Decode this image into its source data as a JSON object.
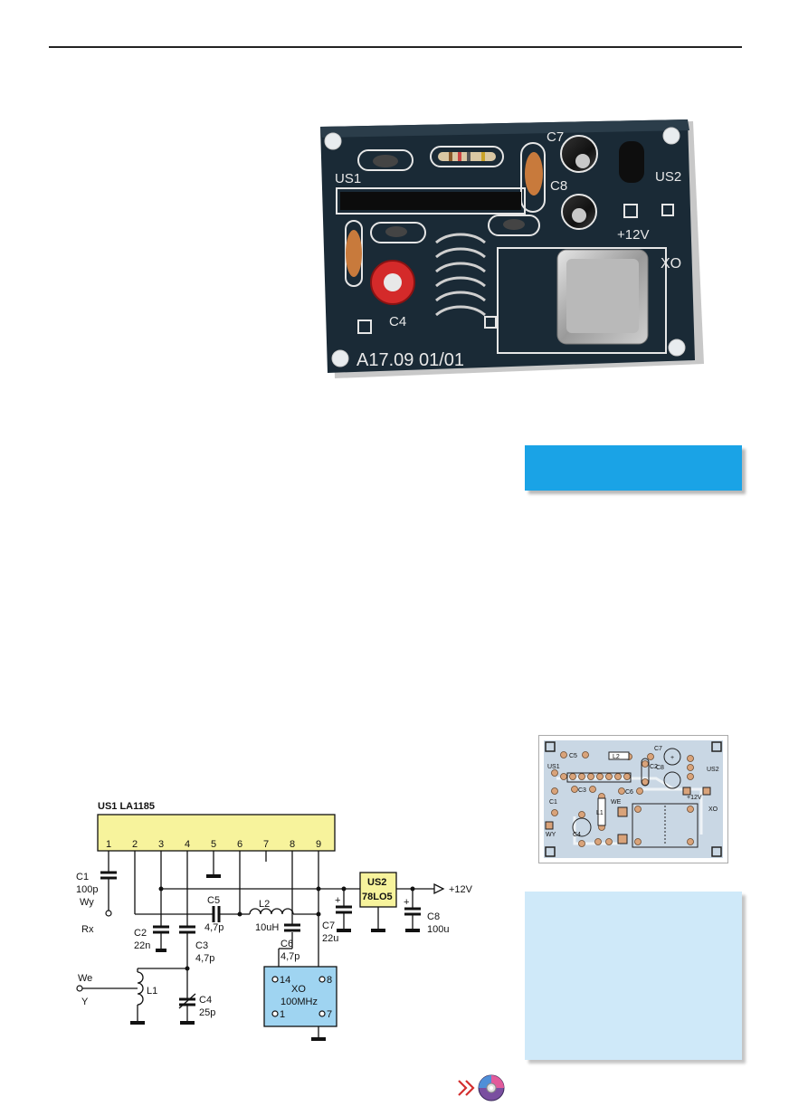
{
  "photo": {
    "labels": {
      "us1": "US1",
      "c7": "C7",
      "c8": "C8",
      "us2": "US2",
      "plus12v": "+12V",
      "xo": "XO",
      "c4": "C4",
      "board_id": "A17.09  01/01"
    }
  },
  "pcb": {
    "labels": {
      "c5": "C5",
      "l2": "L2",
      "c7": "C7",
      "us1": "US1",
      "c2": "C2",
      "c8": "C8",
      "us2": "US2",
      "c3": "C3",
      "c6": "C6",
      "plus12v": "+12V",
      "c1": "C1",
      "we": "WE",
      "l1": "L1",
      "wy": "WY",
      "c4": "C4",
      "xo": "XO",
      "plus": "+"
    }
  },
  "schematic": {
    "ic_title": "US1 LA1185",
    "pins": [
      "1",
      "2",
      "3",
      "4",
      "5",
      "6",
      "7",
      "8",
      "9"
    ],
    "c1": "C1",
    "c1_val": "100p",
    "wy": "Wy",
    "rx": "Rx",
    "c2": "C2",
    "c2_val": "22n",
    "c3": "C3",
    "c3_val": "4,7p",
    "c5": "C5",
    "c5_val": "4,7p",
    "l2": "L2",
    "l2_val": "10uH",
    "c6": "C6",
    "c6_val": "4,7p",
    "c7": "C7",
    "c7_val": "22u",
    "us2": "US2",
    "us2_part": "78LO5",
    "c8": "C8",
    "c8_val": "100u",
    "supply": "+12V",
    "we": "We",
    "y": "Y",
    "l1": "L1",
    "c4": "C4",
    "c4_val": "25p",
    "xo": "XO",
    "xo_freq": "100MHz",
    "xo_p14": "14",
    "xo_p8": "8",
    "xo_p1": "1",
    "xo_p7": "7",
    "plus": "+"
  },
  "colors": {
    "accent_blue": "#1aa3e6",
    "light_blue": "#cfe9f9",
    "ic_yellow": "#f7f39c",
    "xo_blue": "#9fd4f1",
    "pcb_pad": "#d9a37a"
  }
}
